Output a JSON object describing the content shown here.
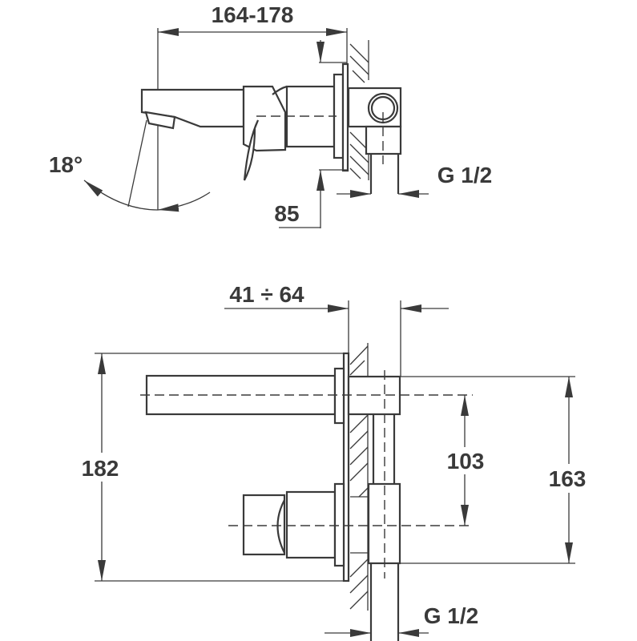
{
  "side_view": {
    "width_range_label": "164-178",
    "angle_label": "18°",
    "height_label": "85",
    "thread_label": "G 1/2"
  },
  "front_view": {
    "wall_thickness_label": "41 ÷ 64",
    "total_height_label": "182",
    "center_distance_label": "103",
    "box_height_label": "163",
    "thread_label": "G 1/2"
  },
  "colors": {
    "line": "#3a3a3a",
    "background": "#ffffff"
  }
}
